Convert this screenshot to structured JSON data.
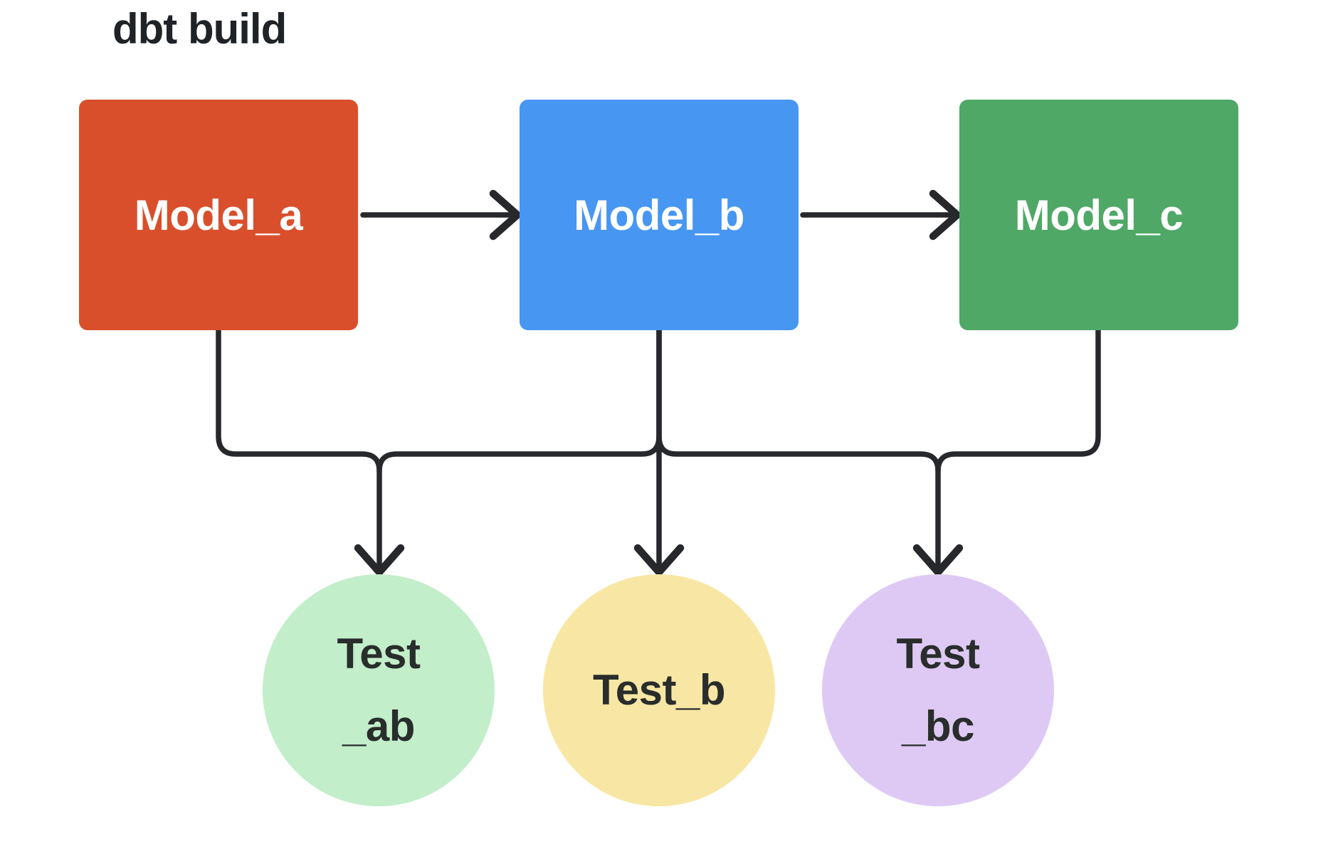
{
  "title": "dbt build",
  "models": [
    {
      "id": "model_a",
      "label": "Model_a",
      "color": "#D94F2C",
      "text_color": "#FFFFFF"
    },
    {
      "id": "model_b",
      "label": "Model_b",
      "color": "#4796F2",
      "text_color": "#FFFFFF"
    },
    {
      "id": "model_c",
      "label": "Model_c",
      "color": "#4FA866",
      "text_color": "#FFFFFF"
    }
  ],
  "tests": [
    {
      "id": "test_ab",
      "label": "Test\n_ab",
      "color": "#C2EECA",
      "text_color": "#292D2B"
    },
    {
      "id": "test_b",
      "label": "Test_b",
      "color": "#F8E7A4",
      "text_color": "#292D2B"
    },
    {
      "id": "test_bc",
      "label": "Test\n_bc",
      "color": "#DEC9F5",
      "text_color": "#292D2B"
    }
  ],
  "edges": [
    {
      "from": "Model_a",
      "to": "Model_b"
    },
    {
      "from": "Model_b",
      "to": "Model_c"
    },
    {
      "from": "Model_a",
      "to": "Test_ab"
    },
    {
      "from": "Model_b",
      "to": "Test_ab"
    },
    {
      "from": "Model_b",
      "to": "Test_b"
    },
    {
      "from": "Model_b",
      "to": "Test_bc"
    },
    {
      "from": "Model_c",
      "to": "Test_bc"
    }
  ],
  "colors": {
    "connector": "#26282B",
    "title_text": "#1F2328",
    "background": "#FFFFFF"
  }
}
